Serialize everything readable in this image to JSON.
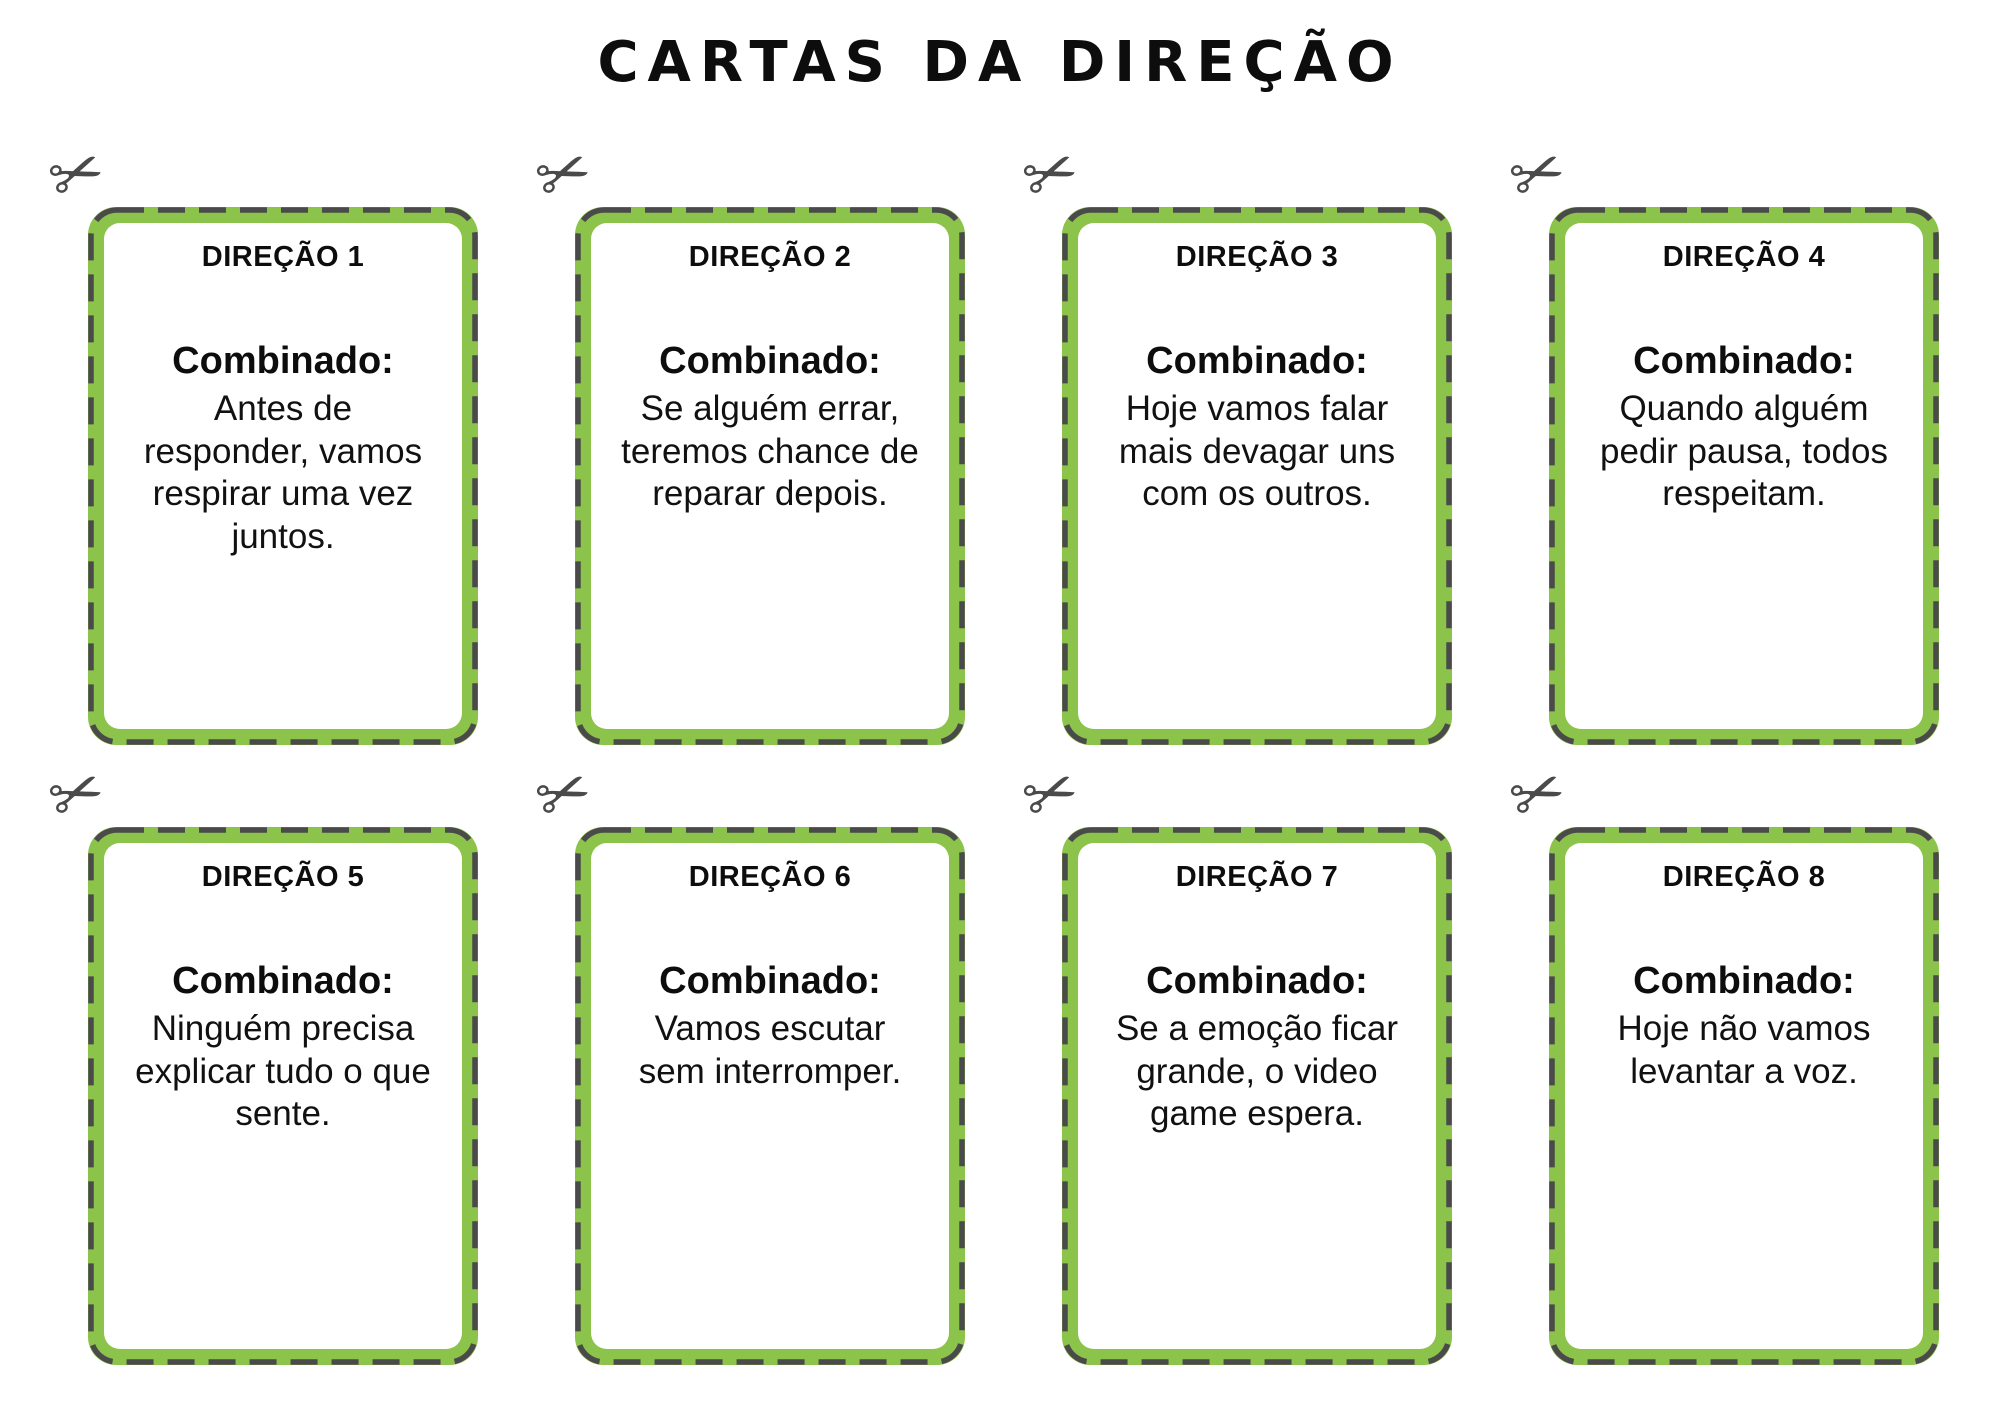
{
  "page": {
    "title": "CARTAS DA DIREÇÃO"
  },
  "icons": {
    "scissors": "✂"
  },
  "colors": {
    "accent_green": "#8cc34b",
    "cut_line_gray": "#4a4a4a",
    "text_black": "#0d0d0d",
    "card_background": "#ffffff"
  },
  "cards": [
    {
      "title": "DIREÇÃO 1",
      "label": "Combinado:",
      "text": "Antes de responder, vamos respirar uma vez juntos."
    },
    {
      "title": "DIREÇÃO 2",
      "label": "Combinado:",
      "text": "Se alguém errar, teremos chance de reparar depois."
    },
    {
      "title": "DIREÇÃO 3",
      "label": "Combinado:",
      "text": "Hoje vamos falar mais devagar uns com os outros."
    },
    {
      "title": "DIREÇÃO 4",
      "label": "Combinado:",
      "text": "Quando alguém pedir pausa, todos respeitam."
    },
    {
      "title": "DIREÇÃO 5",
      "label": "Combinado:",
      "text": "Ninguém precisa explicar tudo o que sente."
    },
    {
      "title": "DIREÇÃO 6",
      "label": "Combinado:",
      "text": "Vamos escutar sem interromper."
    },
    {
      "title": "DIREÇÃO 7",
      "label": "Combinado:",
      "text": "Se a emoção ficar grande, o video game espera."
    },
    {
      "title": "DIREÇÃO 8",
      "label": "Combinado:",
      "text": "Hoje não vamos levantar a voz."
    }
  ]
}
